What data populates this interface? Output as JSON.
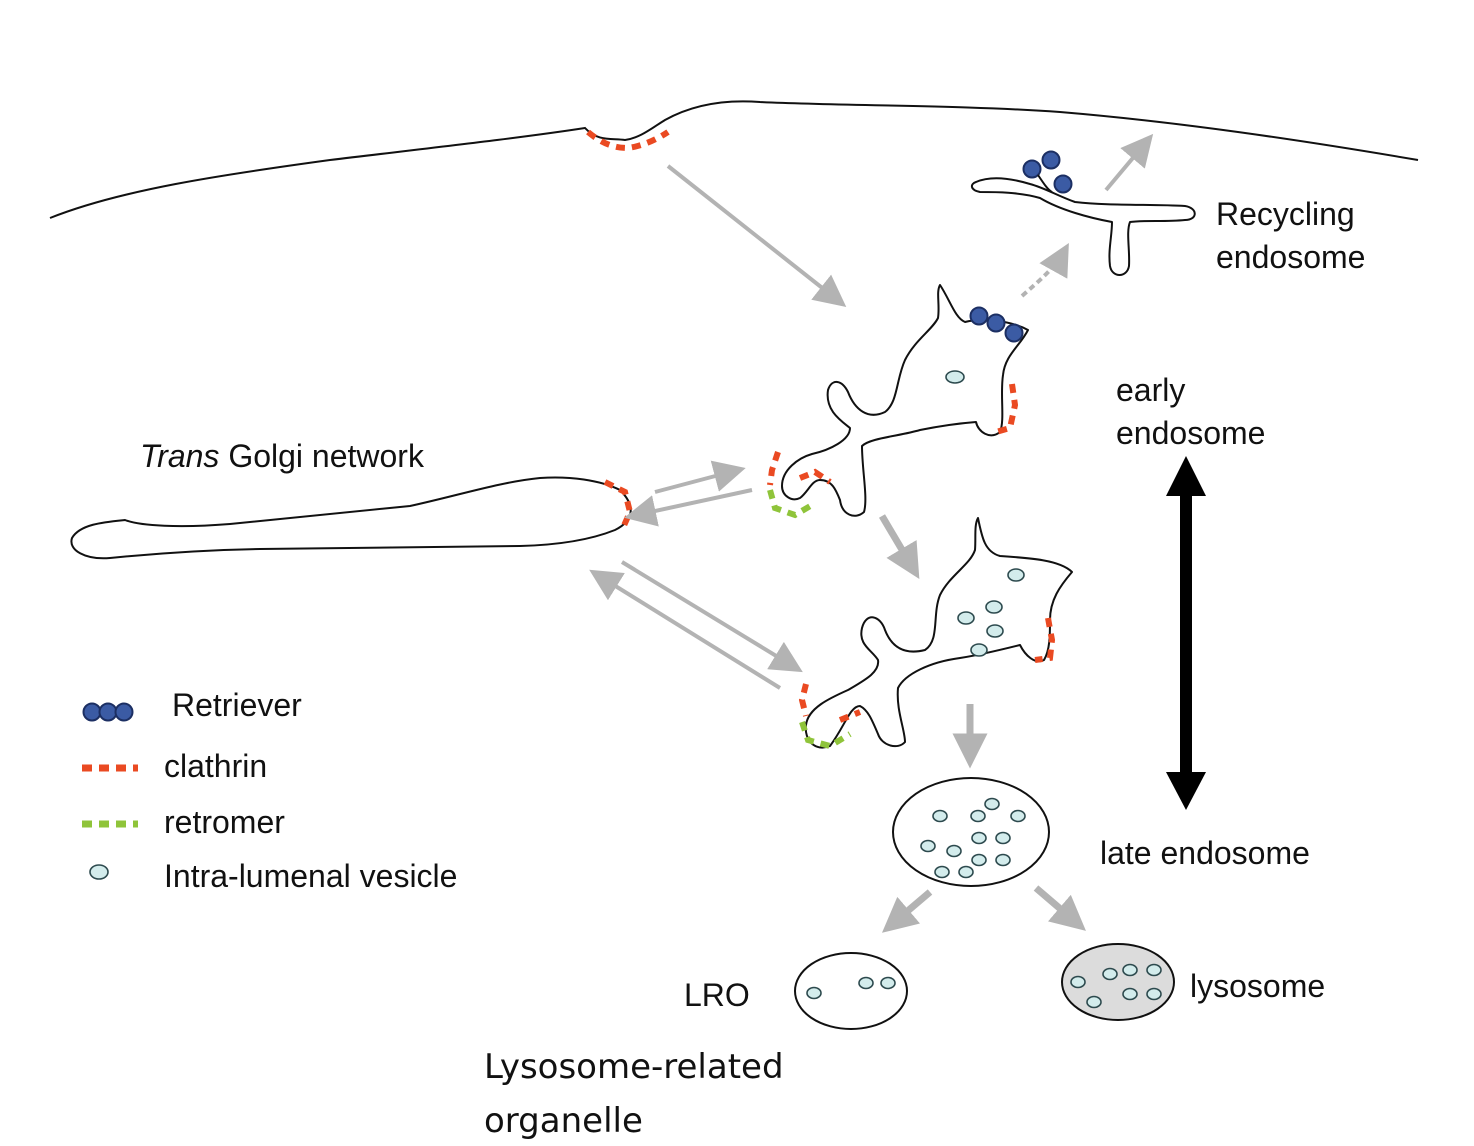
{
  "labels": {
    "recycling_endosome": [
      "Recycling",
      "endosome"
    ],
    "early_endosome": [
      "early",
      "endosome"
    ],
    "trans_golgi_italic": "Trans",
    "trans_golgi_rest": " Golgi network",
    "late_endosome": "late endosome",
    "lro": "LRO",
    "lysosome": "lysosome",
    "lysosome_related": [
      "Lysosome-related",
      "organelle"
    ]
  },
  "legend": [
    {
      "id": "retriever",
      "label": "Retriever",
      "icon": "retriever-icon"
    },
    {
      "id": "clathrin",
      "label": "clathrin",
      "icon": "clathrin-icon"
    },
    {
      "id": "retromer",
      "label": "retromer",
      "icon": "retromer-icon"
    },
    {
      "id": "ilv",
      "label": "Intra-lumenal vesicle",
      "icon": "ilv-icon"
    }
  ],
  "colors": {
    "retriever": "#3b5ba4",
    "clathrin": "#ea4a22",
    "retromer": "#8fc43a",
    "ilv_fill": "#d3ecec",
    "arrow_gray": "#b3b3b3",
    "lysosome_fill": "#dcdcdc",
    "maturation_arrow": "#000000"
  }
}
